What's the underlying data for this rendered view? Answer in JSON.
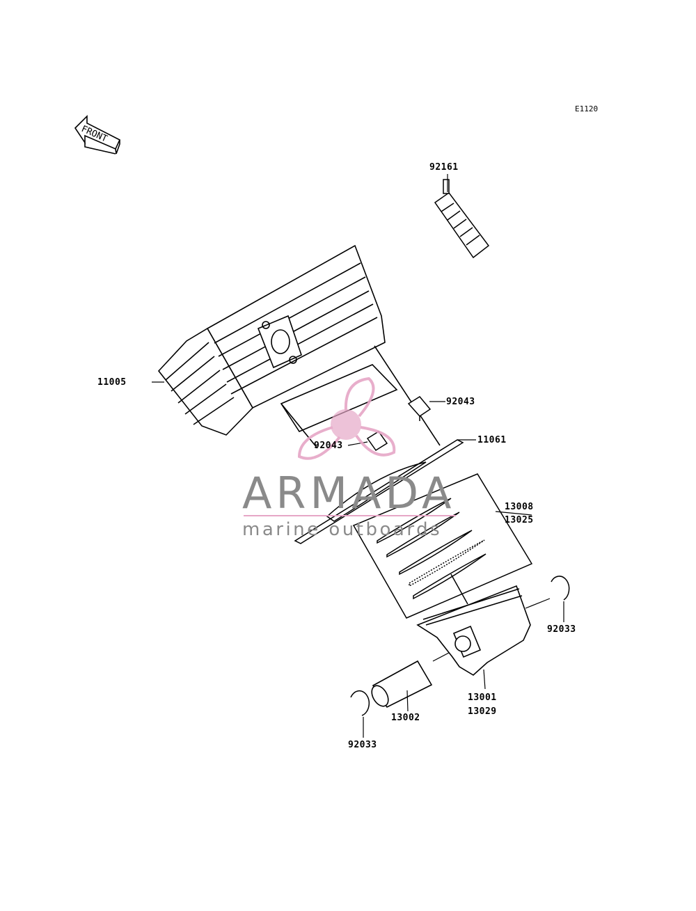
{
  "diagram": {
    "code": "E1120",
    "front_label": "FRONT",
    "parts": [
      {
        "number": "92161"
      },
      {
        "number": "11005"
      },
      {
        "number": "92043"
      },
      {
        "number": "92043"
      },
      {
        "number": "11061"
      },
      {
        "number": "13008"
      },
      {
        "number": "13025"
      },
      {
        "number": "92033"
      },
      {
        "number": "13001"
      },
      {
        "number": "13029"
      },
      {
        "number": "13002"
      },
      {
        "number": "92033"
      }
    ]
  },
  "watermark": {
    "title": "ARMADA",
    "subtitle": "marine outboards",
    "accent_color": "#e6a6c6"
  }
}
